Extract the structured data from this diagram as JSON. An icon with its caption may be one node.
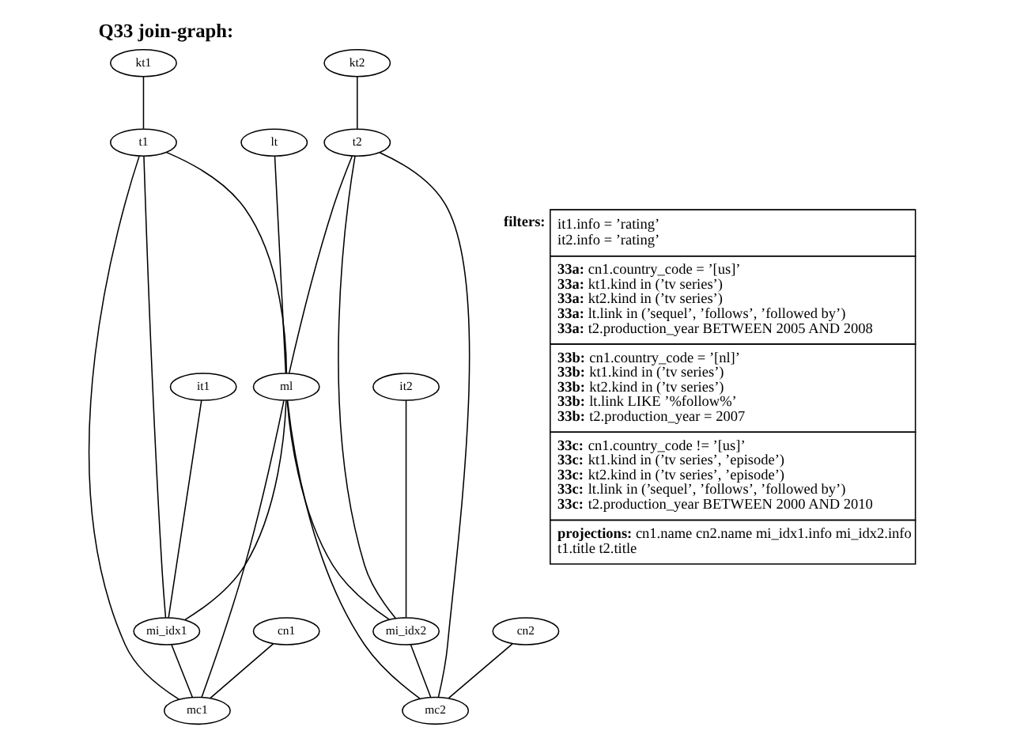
{
  "diagram": {
    "title": "Q33 join-graph:",
    "nodes": [
      {
        "text": [
          "kt1"
        ]
      },
      {
        "text": [
          "kt2"
        ]
      },
      {
        "text": [
          "t1"
        ]
      },
      {
        "text": [
          "lt"
        ]
      },
      {
        "text": [
          "t2"
        ]
      },
      {
        "text": [
          "it1"
        ]
      },
      {
        "text": [
          "ml"
        ]
      },
      {
        "text": [
          "it2"
        ]
      },
      {
        "text": [
          "mi_idx1"
        ]
      },
      {
        "text": [
          "cn1"
        ]
      },
      {
        "text": [
          "mi_idx2"
        ]
      },
      {
        "text": [
          "cn2"
        ]
      },
      {
        "text": [
          "mc1"
        ]
      },
      {
        "text": [
          "mc2"
        ]
      }
    ],
    "edges": [
      {
        "from": 0,
        "to": 2,
        "arrow": "none"
      },
      {
        "from": 1,
        "to": 4,
        "arrow": "none"
      },
      {
        "from": 2,
        "to": 6,
        "arrow": "none"
      },
      {
        "from": 3,
        "to": 6,
        "arrow": "none"
      },
      {
        "from": 4,
        "to": 6,
        "arrow": "none"
      },
      {
        "from": 2,
        "to": 8,
        "arrow": "none"
      },
      {
        "from": 2,
        "to": 12,
        "arrow": "none"
      },
      {
        "from": 5,
        "to": 8,
        "arrow": "none"
      },
      {
        "from": 6,
        "to": 8,
        "arrow": "none"
      },
      {
        "from": 6,
        "to": 12,
        "arrow": "none"
      },
      {
        "from": 6,
        "to": 10,
        "arrow": "none"
      },
      {
        "from": 6,
        "to": 13,
        "arrow": "none"
      },
      {
        "from": 4,
        "to": 10,
        "arrow": "none"
      },
      {
        "from": 7,
        "to": 10,
        "arrow": "none"
      },
      {
        "from": 4,
        "to": 13,
        "arrow": "none"
      },
      {
        "from": 8,
        "to": 12,
        "arrow": "none"
      },
      {
        "from": 9,
        "to": 12,
        "arrow": "none"
      },
      {
        "from": 10,
        "to": 13,
        "arrow": "none"
      },
      {
        "from": 11,
        "to": 13,
        "arrow": "none"
      }
    ],
    "labels": [
      "filters:",
      "it1.info = ’rating’",
      "it2.info = ’rating’",
      "**33a:** cn1.country_code = ’[us]’",
      "**33a:** kt1.kind in (’tv series’)",
      "**33a:** kt2.kind in (’tv series’)",
      "**33a:** lt.link in (’sequel’, ’follows’, ’followed by’)",
      "**33a:** t2.production_year BETWEEN 2005 AND 2008",
      "**33b:** cn1.country_code = ’[nl]’",
      "**33b:** kt1.kind in (’tv series’)",
      "**33b:** kt2.kind in (’tv series’)",
      "**33b:** lt.link LIKE ’%follow%’",
      "**33b:** t2.production_year = 2007",
      "**33c:** cn1.country_code != ’[us]’",
      "**33c:** kt1.kind in (’tv series’, ’episode’)",
      "**33c:** kt2.kind in (’tv series’, ’episode’)",
      "**33c:** lt.link in (’sequel’, ’follows’, ’followed by’)",
      "**33c:** t2.production_year BETWEEN 2000 AND 2010",
      "**projections:** cn1.name cn2.name mi_idx1.info mi_idx2.info t1.title t2.title"
    ]
  }
}
